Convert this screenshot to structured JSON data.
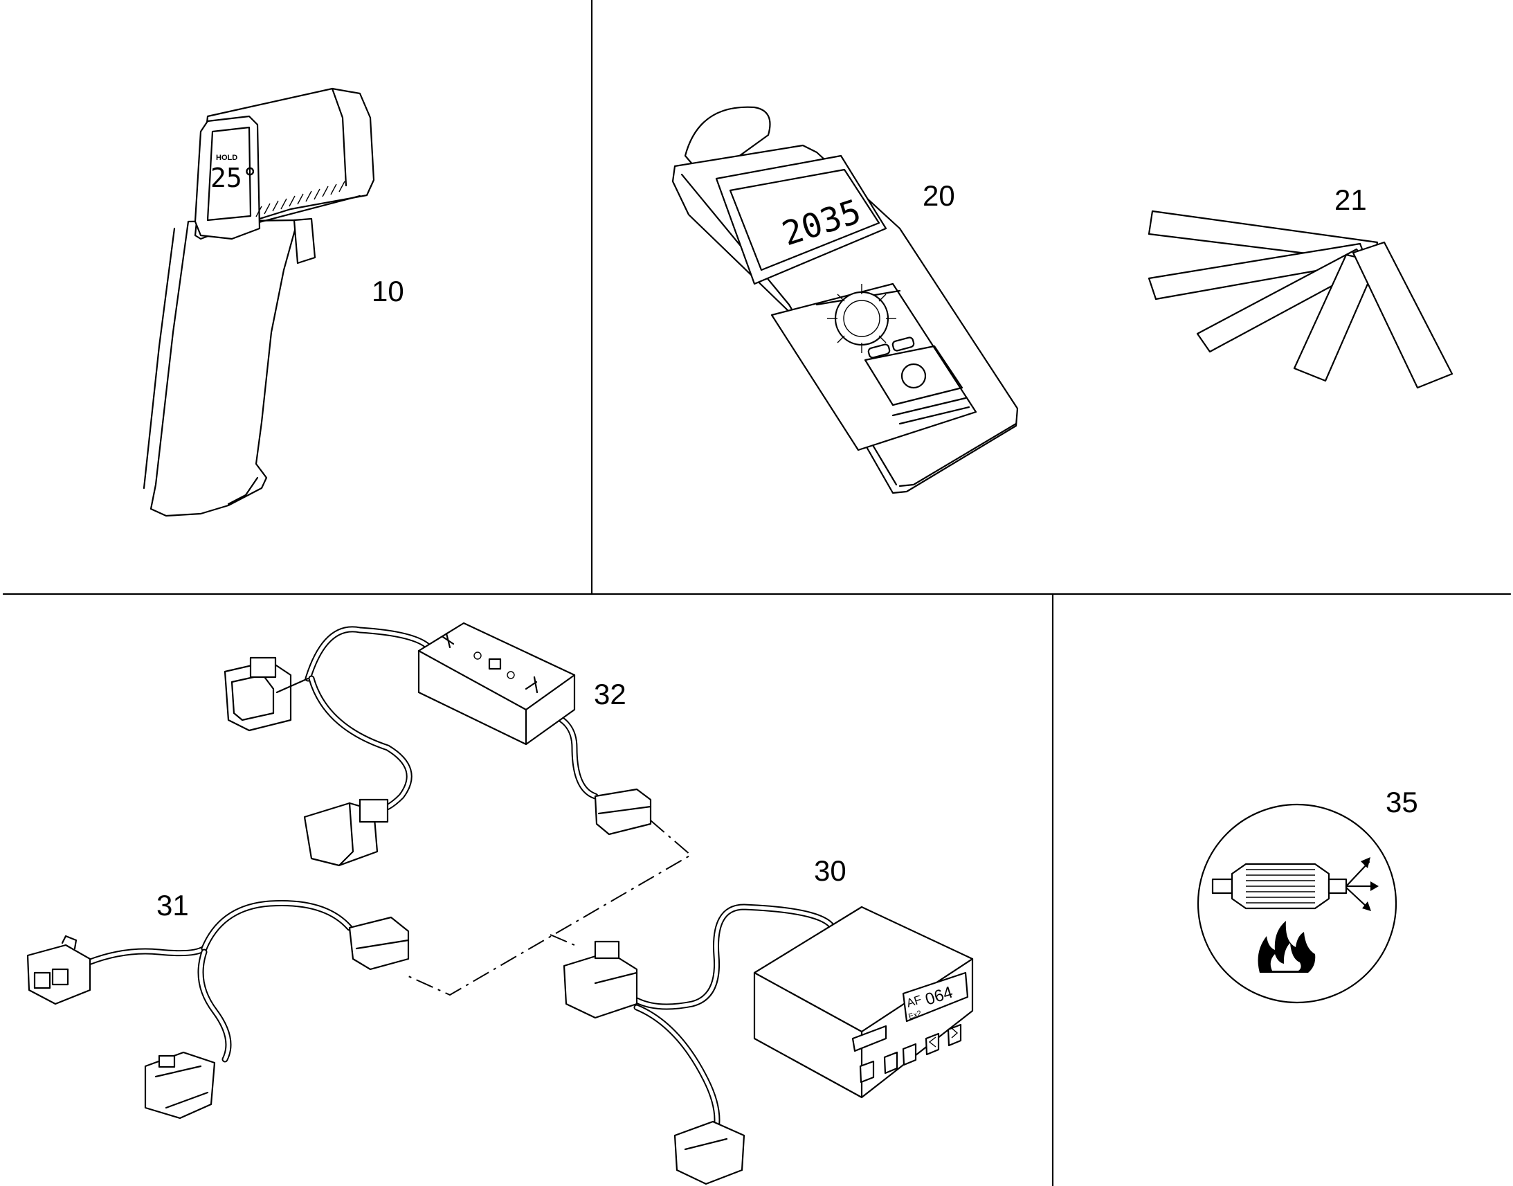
{
  "panels": [
    {
      "id": "thermometer",
      "item_number": "10",
      "display_mode": "HOLD",
      "display_reading": "25°"
    },
    {
      "id": "tachometer",
      "item_number": "20",
      "display_reading": "2035"
    },
    {
      "id": "reflective-strips",
      "item_number": "21"
    },
    {
      "id": "adapter-harness-box",
      "item_number": "32"
    },
    {
      "id": "adapter-harness",
      "item_number": "31"
    },
    {
      "id": "analyzer",
      "item_number": "30",
      "display_mode": "AF",
      "display_sub": "Ex2",
      "display_reading": "064"
    },
    {
      "id": "catalytic-converter-symbol",
      "item_number": "35"
    }
  ]
}
